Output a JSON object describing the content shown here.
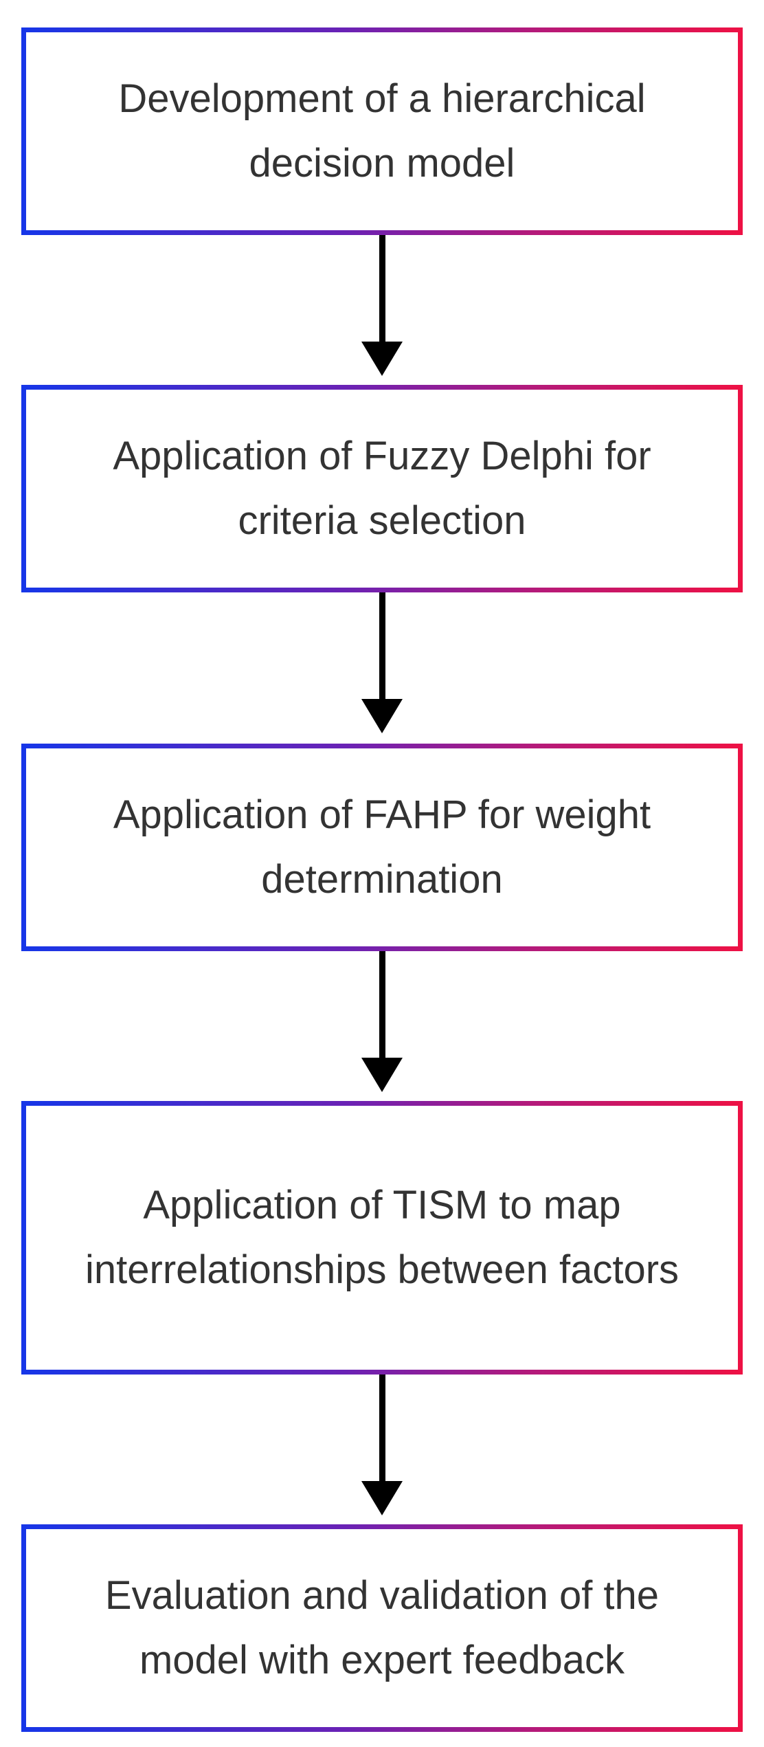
{
  "flowchart": {
    "steps": [
      {
        "label": "Development of a hierarchical decision model"
      },
      {
        "label": "Application of Fuzzy Delphi for criteria selection"
      },
      {
        "label": "Application of FAHP for weight determination"
      },
      {
        "label": "Application of TISM to map interrelationships between factors"
      },
      {
        "label": "Evaluation and validation of the model with expert feedback"
      }
    ],
    "colors": {
      "border_gradient_start": "#1636e8",
      "border_gradient_end": "#ee1144",
      "arrow": "#000000",
      "text": "#333333"
    }
  }
}
